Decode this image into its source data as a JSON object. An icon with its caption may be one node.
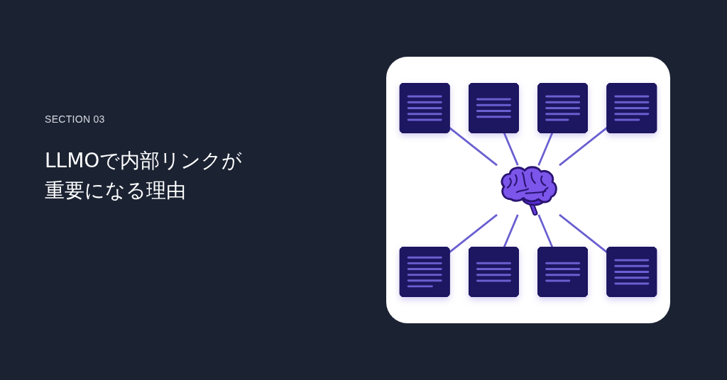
{
  "diagram": {
    "title": "LLMOで内部リンクが重要になる理由",
    "nodes": [
      {
        "text": [],
        "shape": "box"
      },
      {
        "text": [],
        "shape": "box"
      },
      {
        "text": [],
        "shape": "box"
      },
      {
        "text": [],
        "shape": "box"
      },
      {
        "text": [],
        "shape": "picture"
      },
      {
        "text": [],
        "shape": "box"
      },
      {
        "text": [],
        "shape": "box"
      },
      {
        "text": [],
        "shape": "box"
      },
      {
        "text": [],
        "shape": "box"
      }
    ],
    "edges": [
      {
        "from": 0,
        "to": 4,
        "arrow": "none"
      },
      {
        "from": 1,
        "to": 4,
        "arrow": "none"
      },
      {
        "from": 2,
        "to": 4,
        "arrow": "none"
      },
      {
        "from": 3,
        "to": 4,
        "arrow": "none"
      },
      {
        "from": 4,
        "to": 5,
        "arrow": "none"
      },
      {
        "from": 4,
        "to": 6,
        "arrow": "none"
      },
      {
        "from": 4,
        "to": 7,
        "arrow": "none"
      },
      {
        "from": 4,
        "to": 8,
        "arrow": "none"
      }
    ],
    "labels": [
      "SECTION 03"
    ]
  }
}
